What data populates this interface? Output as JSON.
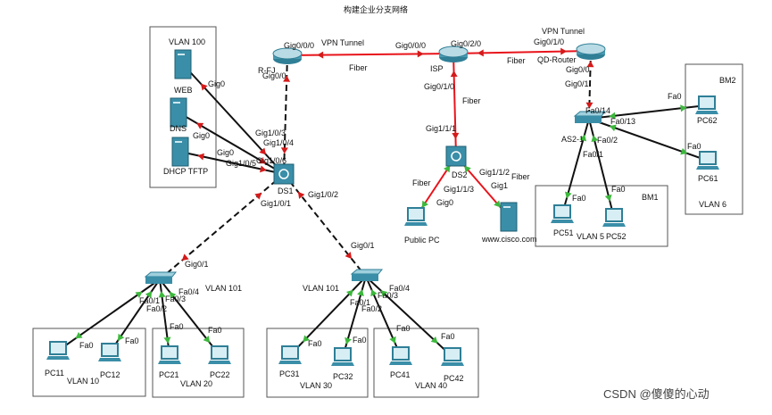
{
  "title": "构建企业分支网络",
  "watermark": "CSDN @傻傻的心动",
  "colors": {
    "fiber": "#e8141b",
    "copper": "#111111",
    "port_up": "#3cb83c",
    "port_down": "#d41a1a",
    "device": "#3a8ea8"
  },
  "groups": {
    "vlan100": "VLAN 100",
    "vlan10": "VLAN 10",
    "vlan20": "VLAN 20",
    "vlan30": "VLAN 30",
    "vlan40": "VLAN 40",
    "vlan101_left": "VLAN 101",
    "vlan101_right": "VLAN 101",
    "bm1": "BM1",
    "bm2": "BM2",
    "vlan5": "VLAN 5",
    "vlan6": "VLAN 6"
  },
  "devices": [
    {
      "id": "rfj",
      "type": "router",
      "label": "R-FJ"
    },
    {
      "id": "isp",
      "type": "router",
      "label": "ISP"
    },
    {
      "id": "qd",
      "type": "router",
      "label": "QD-Router"
    },
    {
      "id": "ds1",
      "type": "l3switch",
      "label": "DS1"
    },
    {
      "id": "ds2",
      "type": "l3switch",
      "label": "DS2"
    },
    {
      "id": "as2",
      "type": "switch",
      "label": "AS2-1"
    },
    {
      "id": "asL",
      "type": "switch",
      "label": ""
    },
    {
      "id": "asR",
      "type": "switch",
      "label": ""
    },
    {
      "id": "web",
      "type": "server",
      "label": "WEB"
    },
    {
      "id": "dns",
      "type": "server",
      "label": "DNS"
    },
    {
      "id": "dhcp",
      "type": "server",
      "label": "DHCP TFTP"
    },
    {
      "id": "cisco",
      "type": "server",
      "label": "www.cisco.com"
    },
    {
      "id": "pubpc",
      "type": "pc",
      "label": "Public PC"
    },
    {
      "id": "pc11",
      "type": "pc",
      "label": "PC11"
    },
    {
      "id": "pc12",
      "type": "pc",
      "label": "PC12"
    },
    {
      "id": "pc21",
      "type": "pc",
      "label": "PC21"
    },
    {
      "id": "pc22",
      "type": "pc",
      "label": "PC22"
    },
    {
      "id": "pc31",
      "type": "pc",
      "label": "PC31"
    },
    {
      "id": "pc32",
      "type": "pc",
      "label": "PC32"
    },
    {
      "id": "pc41",
      "type": "pc",
      "label": "PC41"
    },
    {
      "id": "pc42",
      "type": "pc",
      "label": "PC42"
    },
    {
      "id": "pc51",
      "type": "pc",
      "label": "PC51"
    },
    {
      "id": "pc52",
      "type": "pc",
      "label": "PC52"
    },
    {
      "id": "pc61",
      "type": "pc",
      "label": "PC61"
    },
    {
      "id": "pc62",
      "type": "pc",
      "label": "PC62"
    }
  ],
  "links": [
    {
      "from": "rfj",
      "to": "isp",
      "medium": "fiber",
      "status": "down"
    },
    {
      "from": "isp",
      "to": "qd",
      "medium": "fiber",
      "status": "down"
    },
    {
      "from": "isp",
      "to": "ds2",
      "medium": "fiber",
      "status": "down"
    },
    {
      "from": "ds2",
      "to": "pubpc",
      "medium": "fiber",
      "status": "up"
    },
    {
      "from": "ds2",
      "to": "cisco",
      "medium": "fiber",
      "status": "up"
    },
    {
      "from": "rfj",
      "to": "ds1",
      "medium": "dashed",
      "status": "down"
    },
    {
      "from": "qd",
      "to": "as2",
      "medium": "dashed",
      "status": "down"
    },
    {
      "from": "web",
      "to": "ds1",
      "medium": "copper",
      "status": "down"
    },
    {
      "from": "dns",
      "to": "ds1",
      "medium": "copper",
      "status": "down"
    },
    {
      "from": "dhcp",
      "to": "ds1",
      "medium": "copper",
      "status": "down"
    },
    {
      "from": "ds1",
      "to": "asL",
      "medium": "dashed",
      "status": "down"
    },
    {
      "from": "ds1",
      "to": "asR",
      "medium": "dashed",
      "status": "down"
    },
    {
      "from": "asL",
      "to": "pc11",
      "medium": "copper",
      "status": "up"
    },
    {
      "from": "asL",
      "to": "pc12",
      "medium": "copper",
      "status": "up"
    },
    {
      "from": "asL",
      "to": "pc21",
      "medium": "copper",
      "status": "up"
    },
    {
      "from": "asL",
      "to": "pc22",
      "medium": "copper",
      "status": "up"
    },
    {
      "from": "asR",
      "to": "pc31",
      "medium": "copper",
      "status": "up"
    },
    {
      "from": "asR",
      "to": "pc32",
      "medium": "copper",
      "status": "up"
    },
    {
      "from": "asR",
      "to": "pc41",
      "medium": "copper",
      "status": "up"
    },
    {
      "from": "asR",
      "to": "pc42",
      "medium": "copper",
      "status": "up"
    },
    {
      "from": "as2",
      "to": "pc51",
      "medium": "copper",
      "status": "up"
    },
    {
      "from": "as2",
      "to": "pc52",
      "medium": "copper",
      "status": "up"
    },
    {
      "from": "as2",
      "to": "pc61",
      "medium": "copper",
      "status": "up"
    },
    {
      "from": "as2",
      "to": "pc62",
      "medium": "copper",
      "status": "up"
    }
  ],
  "ports": {
    "rfj_g000": "Gig0/0/0",
    "rfj_g00": "Gig0/0",
    "vpn1": "VPN Tunnel",
    "fiber1": "Fiber",
    "isp_g000": "Gig0/0/0",
    "isp_g020": "Gig0/2/0",
    "isp_g010": "Gig0/1/0",
    "fiber2": "Fiber",
    "vpn2": "VPN Tunnel",
    "qd_g010": "Gig0/1/0",
    "fiber3": "Fiber",
    "qd_g00": "Gig0/0",
    "as2_g01": "Gig0/1",
    "as2_f014": "Fa0/14",
    "as2_f013": "Fa0/13",
    "as2_f02": "Fa0/2",
    "as2_f01": "Fa0/1",
    "pc62_fa0": "Fa0",
    "pc61_fa0": "Fa0",
    "pc51_fa0": "Fa0",
    "pc52_fa0": "Fa0",
    "ds2_g111": "Gig1/1/1",
    "fiber4": "Fiber",
    "ds2_g113": "Gig1/1/3",
    "pub_g0": "Gig0",
    "ds2_g112": "Gig1/1/2",
    "fiber5": "Fiber",
    "cisco_g1": "Gig1",
    "web_g0": "Gig0",
    "dns_g0": "Gig0",
    "dhcp_g0": "Gig0",
    "ds1_g103": "Gig1/0/3",
    "ds1_g104": "Gig1/0/4",
    "ds1_g106": "Gig1/0/6",
    "ds1_g105": "Gig1/0/5",
    "ds1_g101": "Gig1/0/1",
    "ds1_g102": "Gig1/0/2",
    "asL_g01": "Gig0/1",
    "asL_f01": "Fa0/1",
    "asL_f02": "Fa0/2",
    "asL_f03": "Fa0/3",
    "asL_f04": "Fa0/4",
    "asR_g01": "Gig0/1",
    "asR_f01": "Fa0/1",
    "asR_f02": "Fa0/2",
    "asR_f03": "Fa0/3",
    "asR_f04": "Fa0/4",
    "pc11_fa0": "Fa0",
    "pc12_fa0": "Fa0",
    "pc21_fa0": "Fa0",
    "pc22_fa0": "Fa0",
    "pc31_fa0": "Fa0",
    "pc32_fa0": "Fa0",
    "pc41_fa0": "Fa0",
    "pc42_fa0": "Fa0"
  }
}
